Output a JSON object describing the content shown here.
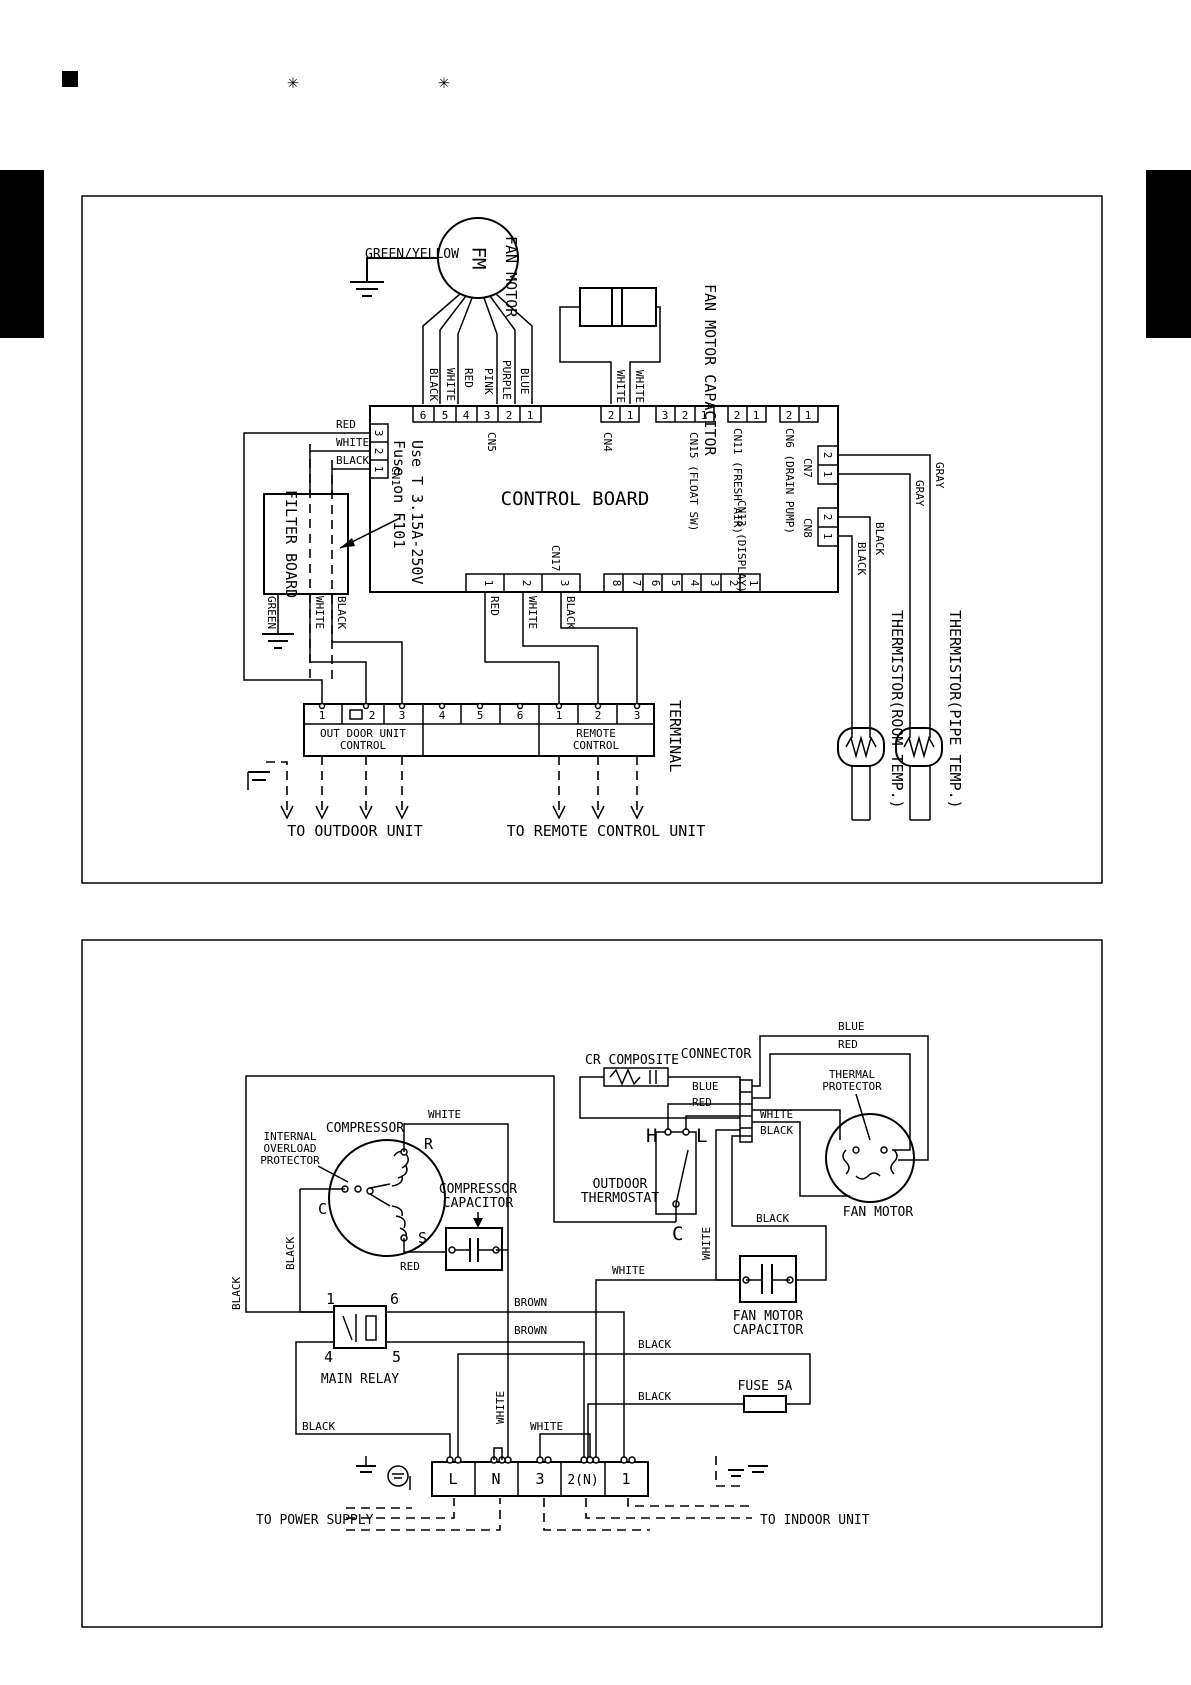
{
  "header": {
    "marks": [
      "✳",
      "✳"
    ]
  },
  "indoor": {
    "fan_motor": {
      "symbol": "FM",
      "label": "FAN MOTOR",
      "ground": "GREEN/YELLOW",
      "wires": [
        "BLACK",
        "WHITE",
        "RED",
        "PINK",
        "PURPLE",
        "BLUE"
      ],
      "pins": [
        "6",
        "5",
        "4",
        "3",
        "2",
        "1"
      ]
    },
    "fan_capacitor": {
      "label": "FAN MOTOR CAPACITOR",
      "wires": [
        "WHITE",
        "WHITE"
      ]
    },
    "control_board": "CONTROL BOARD",
    "fuse_note": [
      "Use T 3.15A-250V",
      "Fuse on F101"
    ],
    "connectors": {
      "cn1": "CN1",
      "cn5": "CN5",
      "cn4": "CN4",
      "cn15": "CN15 (FLOAT SW)",
      "cn11": "CN11 (FRESH AIR)",
      "cn6": "CN6 (DRAIN PUMP)",
      "cn7": "CN7",
      "cn8": "CN8",
      "cn17": "CN17",
      "cn13": "CN13 (DISPLAY)"
    },
    "cn1_wires": [
      "RED",
      "WHITE",
      "BLACK"
    ],
    "filter_board": "FILTER BOARD",
    "filter_wires": [
      "GREEN",
      "WHITE",
      "BLACK"
    ],
    "cn17_wires": [
      "RED",
      "WHITE",
      "BLACK"
    ],
    "thermistor_wires": {
      "gray": "GRAY",
      "black": "BLACK"
    },
    "thermistor_room": "THERMISTOR(ROOM TEMP.)",
    "thermistor_pipe": "THERMISTOR(PIPE TEMP.)",
    "terminal": "TERMINAL",
    "terminal_pins": [
      "1",
      "2",
      "3",
      "4",
      "5",
      "6",
      "1",
      "2",
      "3"
    ],
    "outdoor_control": [
      "OUT DOOR UNIT",
      "CONTROL"
    ],
    "remote_control": [
      "REMOTE",
      "CONTROL"
    ],
    "to_outdoor": "TO OUTDOOR UNIT",
    "to_remote": "TO REMOTE CONTROL UNIT"
  },
  "outdoor": {
    "white": "WHITE",
    "black": "BLACK",
    "red": "RED",
    "blue": "BLUE",
    "brown": "BROWN",
    "compressor": "COMPRESSOR",
    "overload": [
      "INTERNAL",
      "OVERLOAD",
      "PROTECTOR"
    ],
    "comp_terms": {
      "r": "R",
      "c": "C",
      "s": "S"
    },
    "comp_capacitor": [
      "COMPRESSOR",
      "CAPACITOR"
    ],
    "cr_composite": "CR COMPOSITE",
    "connector": "CONNECTOR",
    "thermal": [
      "THERMAL",
      "PROTECTOR"
    ],
    "thermostat": [
      "OUTDOOR",
      "THERMOSTAT"
    ],
    "hl": {
      "h": "H",
      "l": "L",
      "c": "C"
    },
    "fan_motor": "FAN MOTOR",
    "fan_capacitor": [
      "FAN MOTOR",
      "CAPACITOR"
    ],
    "main_relay": "MAIN RELAY",
    "relay_pins": [
      "1",
      "6",
      "4",
      "5"
    ],
    "fuse": "FUSE 5A",
    "terminals": [
      "L",
      "N",
      "3",
      "2(N)",
      "1"
    ],
    "to_power": "TO POWER SUPPLY",
    "to_indoor": "TO INDOOR UNIT"
  }
}
